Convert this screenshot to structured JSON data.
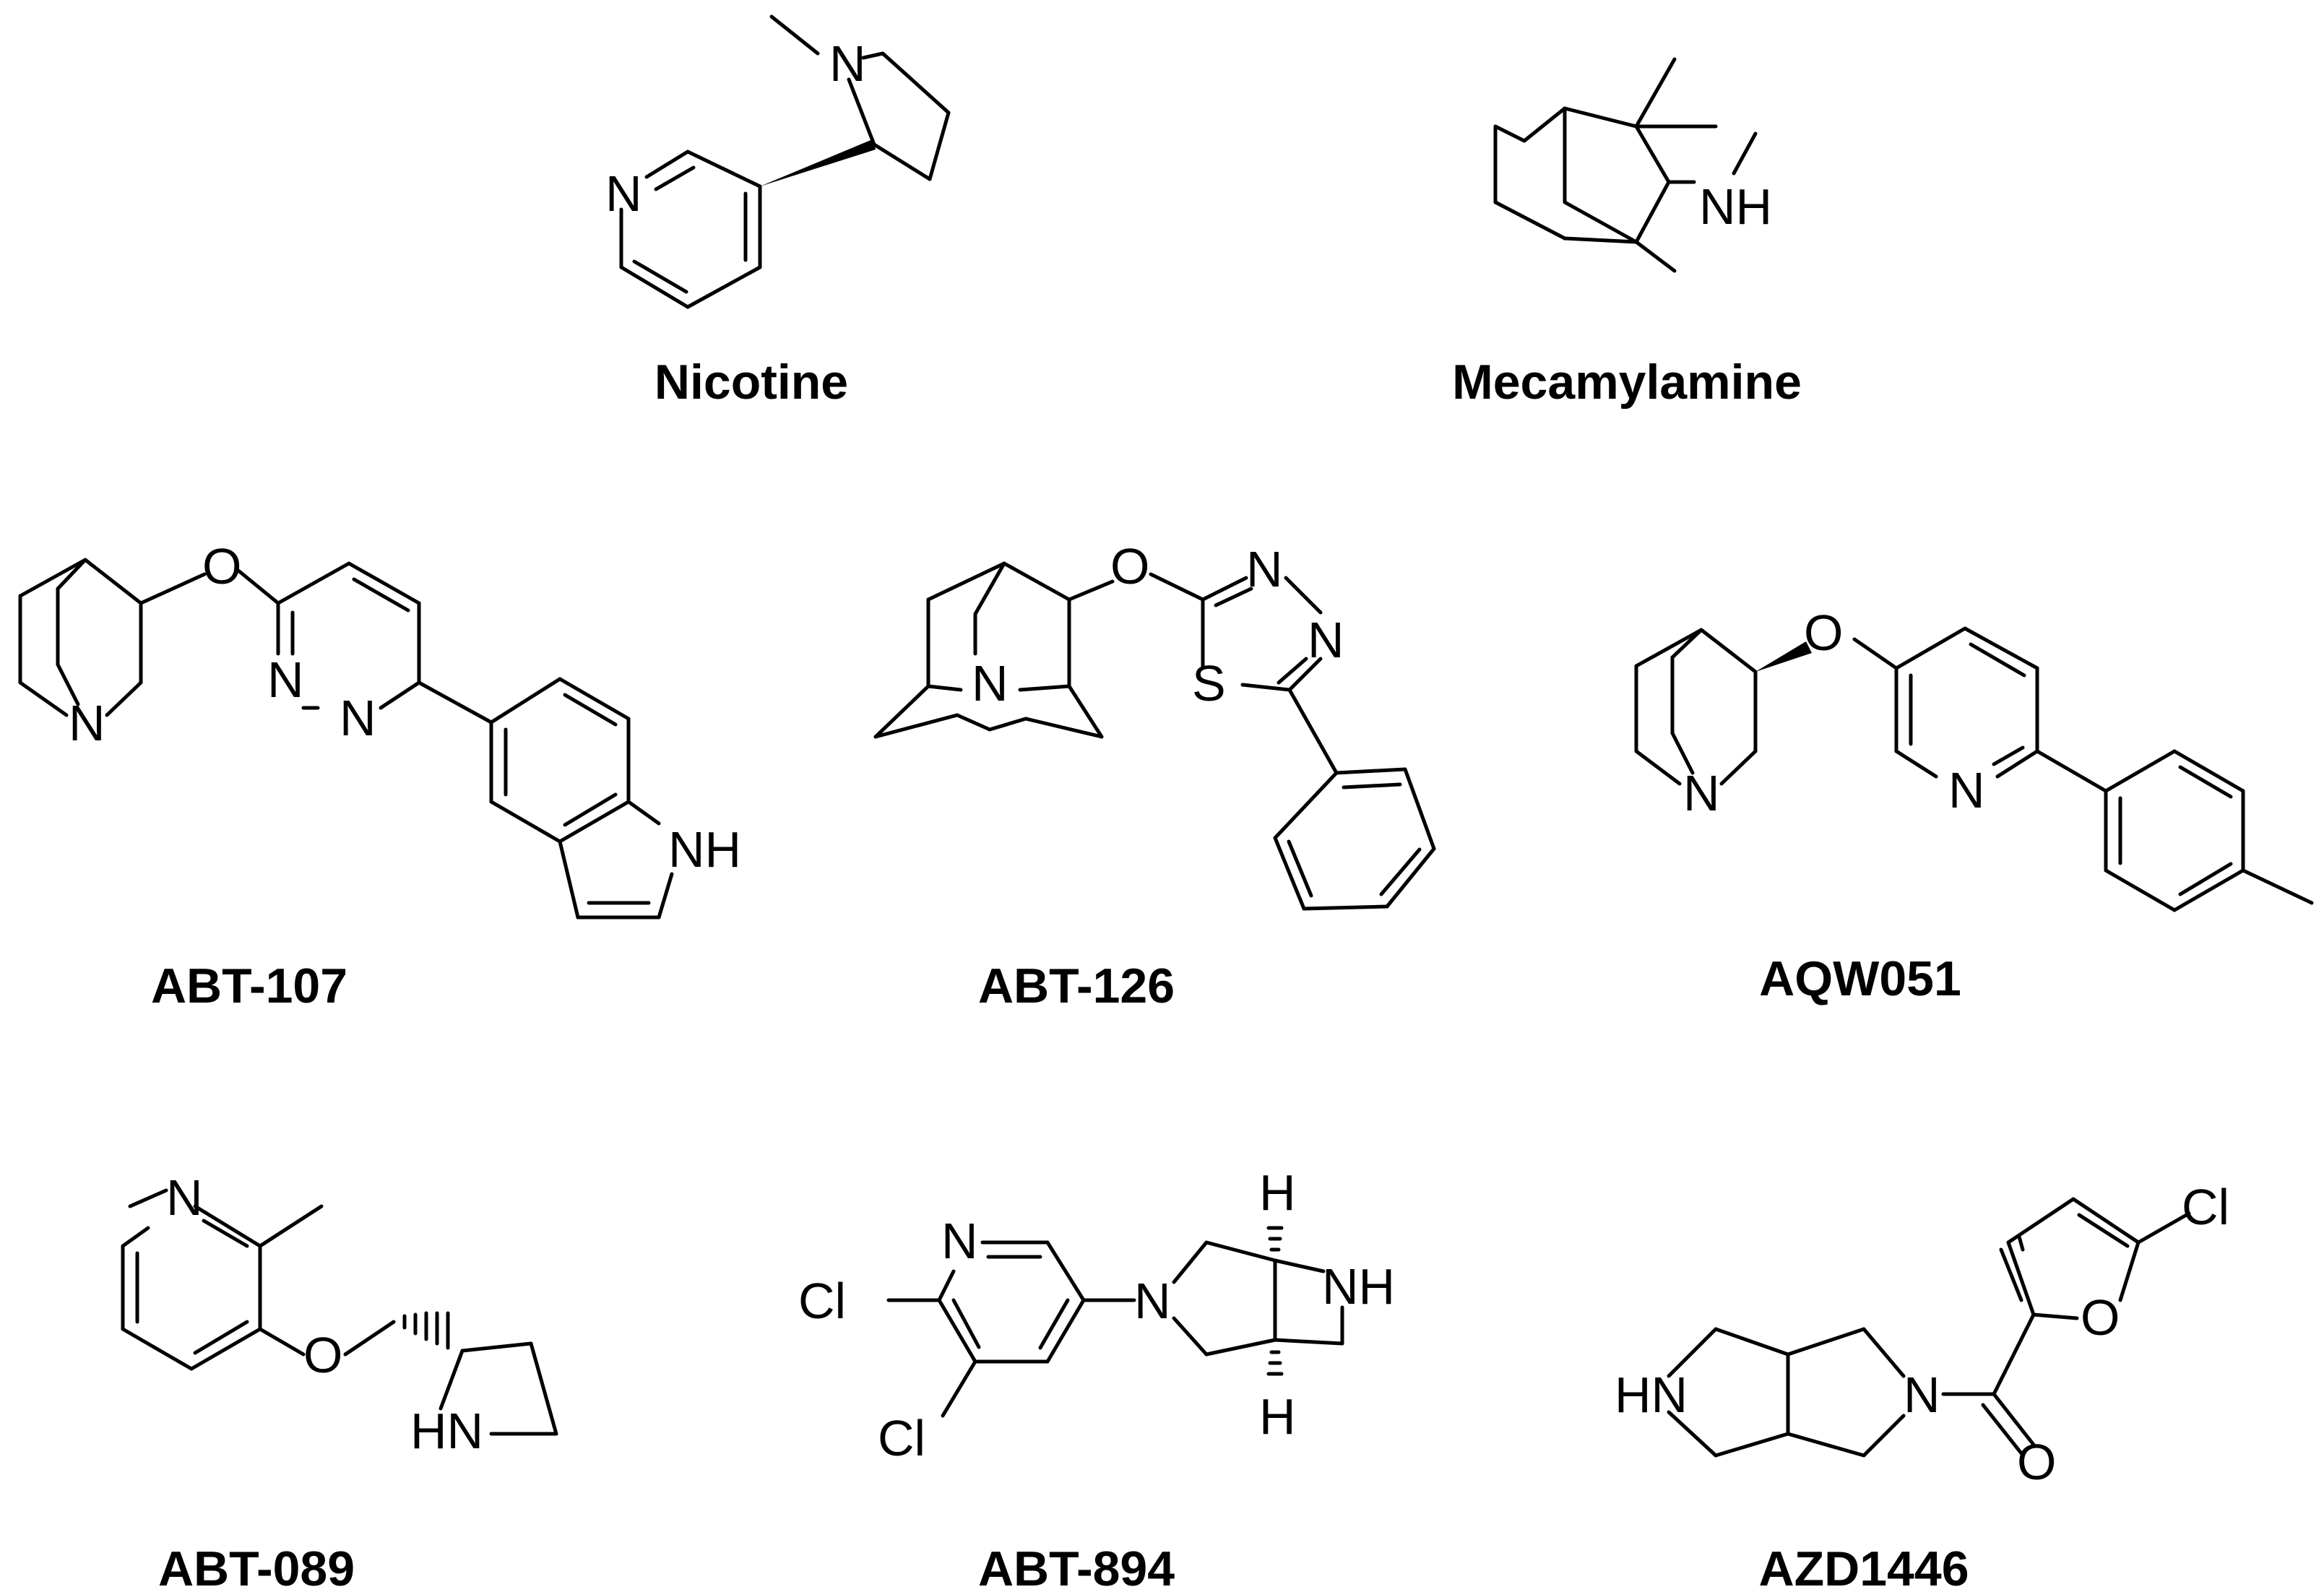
{
  "figure": {
    "compounds": [
      {
        "key": "nicotine",
        "name": "Nicotine",
        "atoms": [
          "N",
          "N"
        ]
      },
      {
        "key": "mecamylamine",
        "name": "Mecamylamine",
        "atoms": [
          "NH"
        ]
      },
      {
        "key": "abt107",
        "name": "ABT-107",
        "atoms": [
          "O",
          "N",
          "N",
          "N",
          "NH"
        ]
      },
      {
        "key": "abt126",
        "name": "ABT-126",
        "atoms": [
          "O",
          "N",
          "N",
          "S",
          "N"
        ]
      },
      {
        "key": "aqw051",
        "name": "AQW051",
        "atoms": [
          "O",
          "N",
          "N"
        ]
      },
      {
        "key": "abt089",
        "name": "ABT-089",
        "atoms": [
          "N",
          "O",
          "HN"
        ]
      },
      {
        "key": "abt894",
        "name": "ABT-894",
        "atoms": [
          "N",
          "Cl",
          "Cl",
          "N",
          "NH",
          "H",
          "H"
        ]
      },
      {
        "key": "azd1446",
        "name": "AZD1446",
        "atoms": [
          "Cl",
          "O",
          "HN",
          "N",
          "O"
        ]
      }
    ]
  }
}
